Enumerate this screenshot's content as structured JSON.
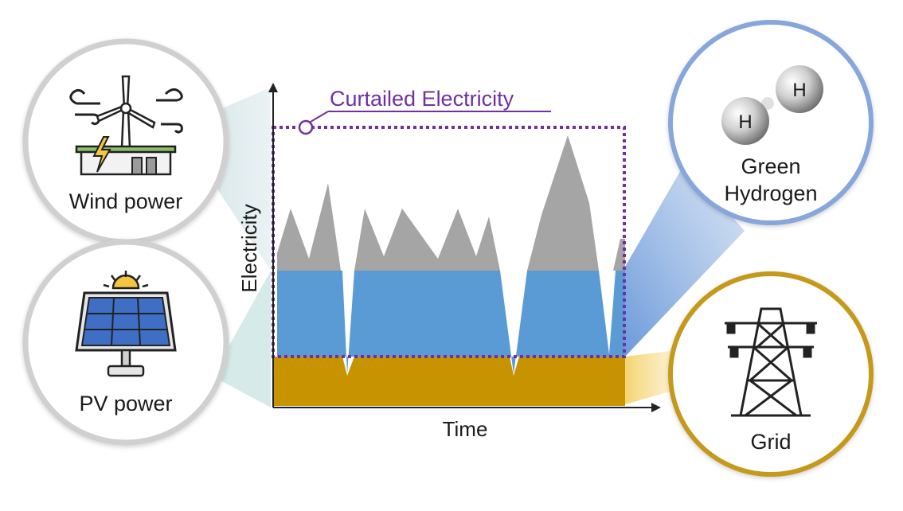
{
  "sources": {
    "wind": {
      "label": "Wind power",
      "icon": "wind-turbine-icon"
    },
    "pv": {
      "label": "PV power",
      "icon": "solar-panel-icon"
    }
  },
  "sinks": {
    "hydrogen": {
      "label_line1": "Green",
      "label_line2": "Hydrogen",
      "icon": "hydrogen-molecule-icon",
      "atom_label": "H"
    },
    "grid": {
      "label": "Grid",
      "icon": "transmission-tower-icon"
    }
  },
  "chart": {
    "x_label": "Time",
    "y_label": "Electricity",
    "annotation": "Curtailed Electricity"
  },
  "colors": {
    "grid_band": "#c79400",
    "hydrogen_band": "#5b9bd5",
    "curtailed_peaks": "#a5a5a5",
    "curtailed_outline": "#7030a0",
    "wind_ring": "#cfcfcf",
    "hydrogen_ring": "#7fa0d8",
    "grid_ring": "#c59a1e",
    "pv_funnel": "#cfe6e6"
  }
}
